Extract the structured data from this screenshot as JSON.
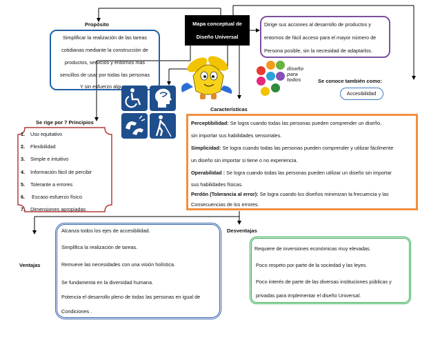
{
  "center": {
    "title_line1": "Mapa conceptual de",
    "title_line2": "Diseño Universal"
  },
  "purpose": {
    "heading": "Propósito",
    "lines": [
      "Simplificar la realización de las tareas",
      "cotidianas mediante la construcción de",
      "productos, servicios y entornos más",
      "sencillos de usar por todas las personas",
      "Y sin esfuerzo alguno."
    ]
  },
  "directs": {
    "lines": [
      "Dirige sus acciones al desarrollo de productos y",
      "entornos de fácil acceso para el mayor número de",
      "Persona posible, sin la necesidad de adaptarlos."
    ]
  },
  "logo": {
    "line1": "diseño",
    "line2": "para",
    "line3": "todos"
  },
  "also_known": {
    "heading": "Se conoce también como:",
    "value": "Accesibilidad"
  },
  "characteristics": {
    "heading": "Características",
    "lines": [
      {
        "bold": "Perceptibilidad:",
        "text": " Se logra cuando todas las personas pueden comprender un diseño,"
      },
      {
        "bold": "",
        "text": " sin importar sus habilidades sensoriales."
      },
      {
        "bold": "Simplicidad:",
        "text": "  Se logra cuando todas las personas pueden comprender  y utilizar fácilmente"
      },
      {
        "bold": "",
        "text": "un diseño sin importar si tiene o no experiencia."
      },
      {
        "bold": "Operabilidad :",
        "text": " Se logra cuando todas las personas pueden utilizar un diseño sin importar"
      },
      {
        "bold": "",
        "text": " sus habilidades físicas."
      },
      {
        "bold": "Perdón (Tolerancia al error):",
        "text": " Se logra cuando los diseños minimizan la frecuencia y las"
      },
      {
        "bold": "",
        "text": "Consecuencias de los errores."
      }
    ]
  },
  "principles": {
    "heading": "Se rige por 7 Principios",
    "items": [
      {
        "num": "1.",
        "text": "Uso equitativo"
      },
      {
        "num": "2.",
        "text": "Flexibilidad"
      },
      {
        "num": "3.",
        "text": "Simple e intuitivo"
      },
      {
        "num": "4.",
        "text": "Información fácil de percibir"
      },
      {
        "num": "5.",
        "text": "Tolerante a errores"
      },
      {
        "num": "6.",
        "text": "  Escaso esfuerzo físico"
      },
      {
        "num": "7.",
        "text": "Dimensiones apropiadas"
      }
    ]
  },
  "advantages": {
    "heading": "Ventajas",
    "lines": [
      "Alcanza todos los ejes de accesibilidad.",
      "Simplifica la realización de tareas.",
      "Remueve las necesidades con una visión holística.",
      "Se fundamenta en la diversidad humana.",
      "Potencia el desarrollo pleno de todas las personas en igual de",
      "Condiciones ."
    ]
  },
  "disadvantages": {
    "heading": "Desventajas",
    "lines": [
      "Requiere de inversiones económicas muy elevadas.",
      "Poco respeto por parte de la sociedad y las leyes.",
      "Poco interés de parte de las diversas instituciones públicas y",
      "privadas  para implementar el diseño Universal."
    ]
  },
  "colors": {
    "center_bg": "#000000",
    "purpose_border": "#1f5fa8",
    "directs_border": "#7a4fa0",
    "characteristics_border": "#f0903c",
    "principles_border": "#b43a3a",
    "advantages_border": "#2e5fa8",
    "disadvantages_border": "#2aa84a",
    "also_known_border": "#3b78c4",
    "icon_blue": "#1f4e8c"
  }
}
